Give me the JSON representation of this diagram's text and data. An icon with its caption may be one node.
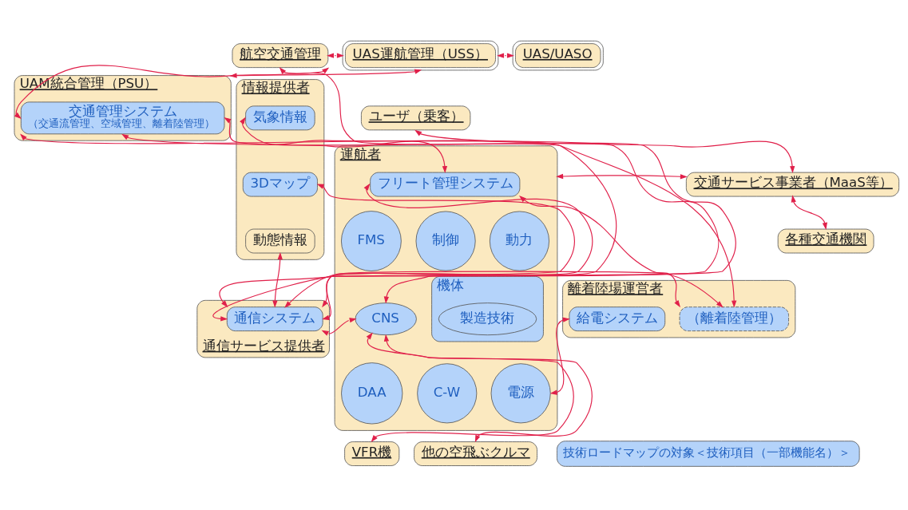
{
  "diagram": {
    "nodes": [
      {
        "text": [
          "航空交通管理"
        ]
      },
      {
        "text": [
          "UAS運航管理（USS）"
        ]
      },
      {
        "text": [
          "UAS/UASO"
        ]
      },
      {
        "text": [
          "UAM統合管理（PSU）"
        ]
      },
      {
        "text": [
          "交通管理システム",
          "（交通流管理、空域管理、離着陸管理）"
        ],
        "in": 3
      },
      {
        "text": [
          "ユーザ（乗客）"
        ]
      },
      {
        "text": [
          "情報提供者"
        ]
      },
      {
        "text": [
          "気象情報"
        ],
        "in": 6
      },
      {
        "text": [
          "3Dマップ"
        ],
        "in": 6
      },
      {
        "text": [
          "動態情報"
        ],
        "in": 6
      },
      {
        "text": [
          "運航者"
        ]
      },
      {
        "text": [
          "フリート管理システム"
        ],
        "in": 10
      },
      {
        "text": [
          "交通サービス事業者（MaaS等）"
        ]
      },
      {
        "text": [
          "各種交通機関"
        ]
      },
      {
        "text": [
          "通信サービス提供者"
        ]
      },
      {
        "text": [
          "通信システム"
        ],
        "in": 14
      },
      {
        "text": [
          "CNS"
        ],
        "in": 10
      },
      {
        "text": [
          "機体"
        ],
        "in": 10
      },
      {
        "text": [
          "FMS"
        ],
        "in": 10
      },
      {
        "text": [
          "制御"
        ],
        "in": 10
      },
      {
        "text": [
          "動力"
        ],
        "in": 10
      },
      {
        "text": [
          "電源"
        ],
        "in": 10
      },
      {
        "text": [
          "DAA"
        ],
        "in": 10
      },
      {
        "text": [
          "C-W"
        ],
        "in": 10
      },
      {
        "text": [
          "製造技術"
        ],
        "in": 17
      },
      {
        "text": [
          "離着陸場運営者"
        ]
      },
      {
        "text": [
          "給電システム"
        ],
        "in": 25
      },
      {
        "text": [
          "（離着陸管理）"
        ],
        "in": 25
      },
      {
        "text": [
          "VFR機"
        ]
      },
      {
        "text": [
          "他の空飛ぶクルマ"
        ]
      }
    ],
    "edges": [
      {
        "from": 0,
        "to": 1,
        "arrow": "both"
      },
      {
        "from": 1,
        "to": 2,
        "arrow": "both"
      },
      {
        "from": 1,
        "to": 3,
        "arrow": "both"
      },
      {
        "from": 0,
        "to": 4,
        "arrow": "both"
      },
      {
        "from": 0,
        "to": 16,
        "arrow": "both"
      },
      {
        "from": 4,
        "to": 11,
        "arrow": "both"
      },
      {
        "from": 4,
        "to": 27,
        "arrow": "both"
      },
      {
        "from": 5,
        "to": 12,
        "arrow": "both"
      },
      {
        "from": 10,
        "to": 12,
        "arrow": "both"
      },
      {
        "from": 12,
        "to": 13,
        "arrow": "both"
      },
      {
        "from": 15,
        "to": 7,
        "arrow": "both"
      },
      {
        "from": 15,
        "to": 8,
        "arrow": "both"
      },
      {
        "from": 15,
        "to": 9,
        "arrow": "both"
      },
      {
        "from": 15,
        "to": 4,
        "arrow": "both"
      },
      {
        "from": 15,
        "to": 11,
        "arrow": "both"
      },
      {
        "from": 15,
        "to": 16,
        "arrow": "both"
      },
      {
        "from": 28,
        "to": 16,
        "arrow": "both"
      },
      {
        "from": 29,
        "to": 16,
        "arrow": "both"
      },
      {
        "from": 21,
        "to": 26,
        "arrow": "both"
      },
      {
        "from": 11,
        "to": 27,
        "arrow": "both"
      },
      {
        "from": 15,
        "to": 27,
        "arrow": "both"
      }
    ],
    "legend": [
      {
        "text": "技術ロードマップの対象＜技術項目（一部機能名）＞",
        "color": "#b4d3fa"
      }
    ]
  }
}
